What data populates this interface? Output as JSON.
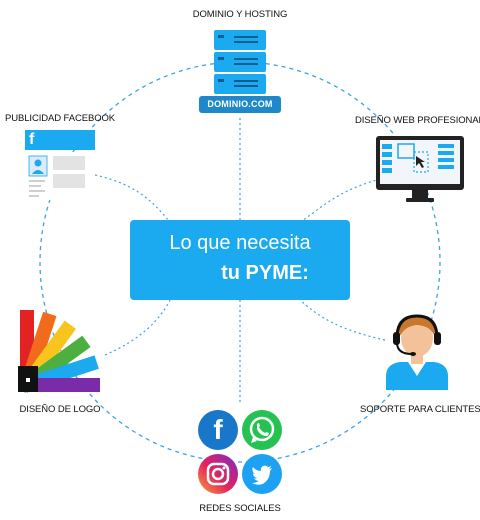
{
  "center": {
    "line1": "Lo que necesita",
    "line2": "tu PYME:"
  },
  "nodes": {
    "hosting": {
      "label": "DOMINIO Y HOSTING",
      "badge": "DOMINIO.COM"
    },
    "facebook": {
      "label": "PUBLICIDAD FACEBOOK",
      "glyph": "f"
    },
    "web": {
      "label": "DISEÑO WEB PROFESIONAL"
    },
    "logo": {
      "label": "DISEÑO DE LOGO"
    },
    "support": {
      "label": "SOPORTE PARA CLIENTES"
    },
    "social": {
      "label": "REDES SOCIALES",
      "fb_glyph": "f"
    }
  },
  "colors": {
    "accent": "#1ba9ef",
    "dark_blue": "#1e88c8",
    "facebook": "#1877c9",
    "whatsapp": "#25c251",
    "twitter": "#1da1f2"
  },
  "icons": {
    "hosting": "server-icon",
    "facebook": "facebook-ad-icon",
    "web": "monitor-design-icon",
    "logo": "color-palette-icon",
    "support": "support-agent-icon",
    "social": [
      "facebook-icon",
      "whatsapp-icon",
      "instagram-icon",
      "twitter-icon"
    ]
  }
}
